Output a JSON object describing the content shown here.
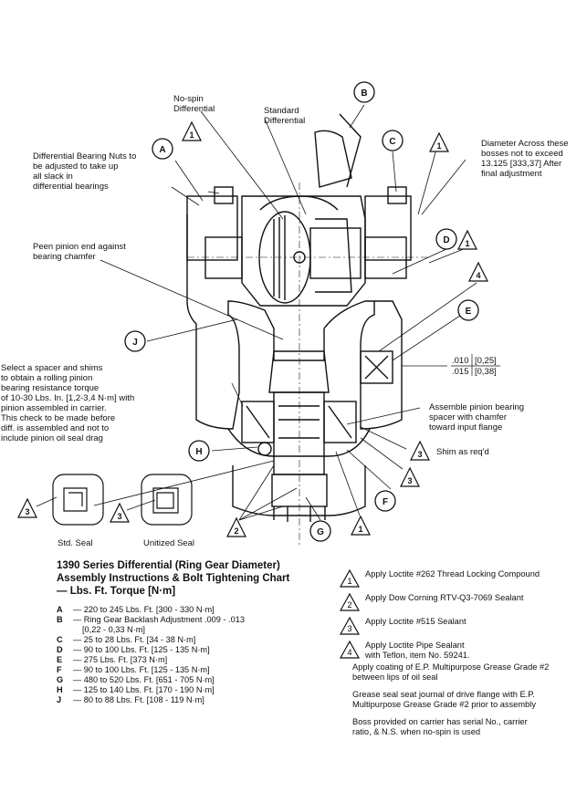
{
  "labels": {
    "no_spin": "No-spin\nDifferential",
    "standard": "Standard\nDifferential",
    "bearing_nuts": "Differential Bearing Nuts to\nbe adjusted to take up\nall slack in\ndifferential bearings",
    "diameter": "Diameter Across these\nbosses not to exceed\n13.125 [333,37] After\nfinal adjustment",
    "peen": "Peen pinion end against\nbearing chamfer",
    "spacer": "Select a spacer and shims\nto obtain a rolling pinion\nbearing resistance torque\nof 10-30 Lbs. In. [1,2-3,4 N·m] with\npinion assembled in carrier.\nThis check to be made before\ndiff. is assembled and not to\ninclude pinion oil seal drag",
    "dim_top": ".010",
    "dim_top_metric": "[0,25]",
    "dim_bot": ".015",
    "dim_bot_metric": "[0,38]",
    "assemble": "Assemble pinion bearing\nspacer with chamfer\ntoward input flange",
    "shim": "Shim as req'd",
    "std_seal": "Std. Seal",
    "unitized_seal": "Unitized Seal"
  },
  "callouts": {
    "A": "A",
    "B": "B",
    "C": "C",
    "D": "D",
    "E": "E",
    "F": "F",
    "G": "G",
    "H": "H",
    "J": "J"
  },
  "triangles": {
    "t1": "1",
    "t2": "2",
    "t3": "3",
    "t4": "4"
  },
  "title": {
    "line1": "1390 Series Differential (Ring Gear Diameter)",
    "line2": "Assembly Instructions & Bolt Tightening Chart",
    "line3": "— Lbs. Ft. Torque [N·m]"
  },
  "torque": [
    {
      "key": "A",
      "text": "— 220 to 245 Lbs. Ft. [300 - 330 N·m]"
    },
    {
      "key": "B",
      "text": "— Ring Gear Backlash Adjustment .009 - .013"
    },
    {
      "key": "",
      "text": "[0,22 - 0,33 N·m]"
    },
    {
      "key": "C",
      "text": "— 25 to 28 Lbs. Ft. [34 - 38 N·m]"
    },
    {
      "key": "D",
      "text": "— 90 to 100 Lbs. Ft. [125 - 135 N·m]"
    },
    {
      "key": "E",
      "text": "— 275 Lbs. Ft. [373 N·m]"
    },
    {
      "key": "F",
      "text": "— 90 to 100 Lbs. Ft. [125 - 135 N·m]"
    },
    {
      "key": "G",
      "text": "— 480 to 520 Lbs. Ft. [651 - 705 N·m]"
    },
    {
      "key": "H",
      "text": "— 125 to 140 Lbs. Ft. [170 - 190 N·m]"
    },
    {
      "key": "J",
      "text": "— 80 to 88 Lbs. Ft. [108 - 119 N·m]"
    }
  ],
  "legend": [
    {
      "num": "1",
      "text": "Apply Loctite #262 Thread Locking Compound",
      "sub": ""
    },
    {
      "num": "2",
      "text": "Apply Dow Corning RTV-Q3-7069 Sealant",
      "sub": ""
    },
    {
      "num": "3",
      "text": "Apply Loctite #515 Sealant",
      "sub": ""
    },
    {
      "num": "4",
      "text": "Apply Loctite Pipe Sealant",
      "sub": "with Teflon, item No. 59241."
    }
  ],
  "notes": {
    "grease1": "Apply coating of E.P. Multipurpose Grease Grade #2\nbetween lips of oil seal",
    "grease2": "Grease seal seat journal of drive flange with E.P.\nMultipurpose Grease Grade #2 prior to assembly",
    "boss": "Boss provided on carrier has serial No., carrier\nratio, & N.S. when no-spin is used"
  }
}
